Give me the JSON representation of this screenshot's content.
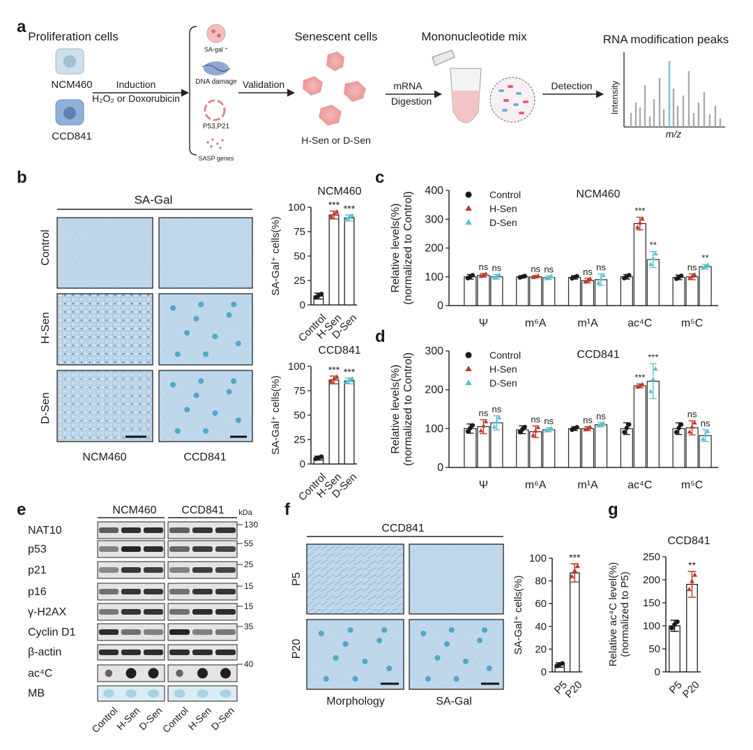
{
  "panels": {
    "a": "a",
    "b": "b",
    "c": "c",
    "d": "d",
    "e": "e",
    "f": "f",
    "g": "g"
  },
  "workflow": {
    "proliferation_title": "Proliferation cells",
    "cell1": "NCM460",
    "cell2": "CCD841",
    "induction": "Induction",
    "induction_agents": "H₂O₂ or Doxorubicin",
    "markers": [
      "SA-gal ⁺",
      "DNA damage",
      "P53,P21",
      "SASP genes"
    ],
    "validation": "Validation",
    "senescent_title": "Senescent cells",
    "senescent_types": "H-Sen or D-Sen",
    "mrna": "mRNA",
    "digestion": "Digestion",
    "mix_title": "Mononucleotide mix",
    "detection": "Detection",
    "peaks_title": "RNA modification peaks",
    "intensity": "Intensity",
    "mz": "m/z"
  },
  "panel_b": {
    "header": "SA-Gal",
    "rows": [
      "Control",
      "H-Sen",
      "D-Sen"
    ],
    "cols": [
      "NCM460",
      "CCD841"
    ]
  },
  "panel_f": {
    "header": "CCD841",
    "rows": [
      "P5",
      "P20"
    ],
    "cols": [
      "Morphology",
      "SA-Gal"
    ]
  },
  "panel_e": {
    "cell_lines": [
      "NCM460",
      "CCD841"
    ],
    "kda_label": "kDa",
    "bands": [
      "NAT10",
      "p53",
      "p21",
      "p16",
      "γ-H2AX",
      "Cyclin D1",
      "β-actin",
      "ac⁴C",
      "MB"
    ],
    "markers": [
      {
        "value": "130",
        "row": 0
      },
      {
        "value": "55",
        "row": 1
      },
      {
        "value": "25",
        "row": 2
      },
      {
        "value": "15",
        "row": 3
      },
      {
        "value": "15",
        "row": 4
      },
      {
        "value": "35",
        "row": 5
      },
      {
        "value": "40",
        "row": 6
      }
    ],
    "lanes": [
      "Control",
      "H-Sen",
      "D-Sen",
      "Control",
      "H-Sen",
      "D-Sen"
    ]
  },
  "colors": {
    "control": "#1a1a1a",
    "hsen": "#c0392b",
    "dsen": "#5bc0d0",
    "microscopy": "#bfd8ec"
  },
  "chart_data": [
    {
      "id": "b-top",
      "type": "bar",
      "title": "NCM460",
      "ylabel": "SA-Gal⁺ cells(%)",
      "categories": [
        "Control",
        "H-Sen",
        "D-Sen"
      ],
      "values": [
        9,
        92,
        89
      ],
      "errors": [
        3,
        4,
        3
      ],
      "significance": [
        "",
        "***",
        "***"
      ],
      "ylim": [
        0,
        100
      ],
      "yticks": [
        0,
        25,
        50,
        75,
        100
      ]
    },
    {
      "id": "b-bottom",
      "type": "bar",
      "title": "CCD841",
      "ylabel": "SA-Gal⁺ cells(%)",
      "categories": [
        "Control",
        "H-Sen",
        "D-Sen"
      ],
      "values": [
        6,
        86,
        85
      ],
      "errors": [
        2,
        4,
        3
      ],
      "significance": [
        "",
        "***",
        "***"
      ],
      "ylim": [
        0,
        100
      ],
      "yticks": [
        0,
        25,
        50,
        75,
        100
      ]
    },
    {
      "id": "c",
      "type": "bar",
      "title": "NCM460",
      "ylabel": "Relative  levels(%)",
      "ylabel2": "(normalized to Control)",
      "categories": [
        "Ψ",
        "m⁶A",
        "m¹A",
        "ac⁴C",
        "m⁵C"
      ],
      "legend": [
        "Control",
        "H-Sen",
        "D-Sen"
      ],
      "series": [
        {
          "name": "Control",
          "values": [
            100,
            100,
            98,
            100,
            98
          ],
          "errors": [
            8,
            4,
            6,
            8,
            8
          ]
        },
        {
          "name": "H-Sen",
          "values": [
            105,
            100,
            87,
            285,
            100
          ],
          "errors": [
            6,
            4,
            8,
            22,
            10
          ]
        },
        {
          "name": "D-Sen",
          "values": [
            100,
            97,
            90,
            160,
            135
          ],
          "errors": [
            8,
            6,
            20,
            28,
            8
          ]
        }
      ],
      "significance": [
        [
          "ns",
          "ns"
        ],
        [
          "ns",
          "ns"
        ],
        [
          "ns",
          "ns"
        ],
        [
          "***",
          "**"
        ],
        [
          "ns",
          "**"
        ]
      ],
      "ylim": [
        0,
        400
      ],
      "yticks": [
        0,
        100,
        200,
        300,
        400
      ]
    },
    {
      "id": "d",
      "type": "bar",
      "title": "CCD841",
      "ylabel": "Relative  levels(%)",
      "ylabel2": "(normalized to Control)",
      "categories": [
        "Ψ",
        "m⁶A",
        "m¹A",
        "ac⁴C",
        "m⁵C"
      ],
      "legend": [
        "Control",
        "H-Sen",
        "D-Sen"
      ],
      "series": [
        {
          "name": "Control",
          "values": [
            100,
            97,
            100,
            100,
            100
          ],
          "errors": [
            12,
            10,
            5,
            15,
            15
          ]
        },
        {
          "name": "H-Sen",
          "values": [
            105,
            92,
            100,
            210,
            102
          ],
          "errors": [
            18,
            15,
            5,
            5,
            18
          ]
        },
        {
          "name": "D-Sen",
          "values": [
            115,
            97,
            110,
            222,
            82
          ],
          "errors": [
            18,
            5,
            5,
            45,
            15
          ]
        }
      ],
      "significance": [
        [
          "ns",
          "ns"
        ],
        [
          "ns",
          "ns"
        ],
        [
          "ns",
          "ns"
        ],
        [
          "***",
          "***"
        ],
        [
          "ns",
          "ns"
        ]
      ],
      "ylim": [
        0,
        300
      ],
      "yticks": [
        0,
        100,
        200,
        300
      ]
    },
    {
      "id": "f",
      "type": "bar",
      "ylabel": "SA-Gal⁺ cells(%)",
      "categories": [
        "P5",
        "P20"
      ],
      "values": [
        6,
        87
      ],
      "errors": [
        2,
        8
      ],
      "significance": [
        "",
        "***"
      ],
      "ylim": [
        0,
        100
      ],
      "yticks": [
        0,
        20,
        40,
        60,
        80,
        100
      ]
    },
    {
      "id": "g",
      "type": "bar",
      "title": "CCD841",
      "ylabel": "Relative  ac⁴C level(%)",
      "ylabel2": "(normalized to P5)",
      "categories": [
        "P5",
        "P20"
      ],
      "values": [
        100,
        190
      ],
      "errors": [
        12,
        28
      ],
      "significance": [
        "",
        "**"
      ],
      "ylim": [
        0,
        250
      ],
      "yticks": [
        0,
        50,
        100,
        150,
        200,
        250
      ]
    }
  ]
}
